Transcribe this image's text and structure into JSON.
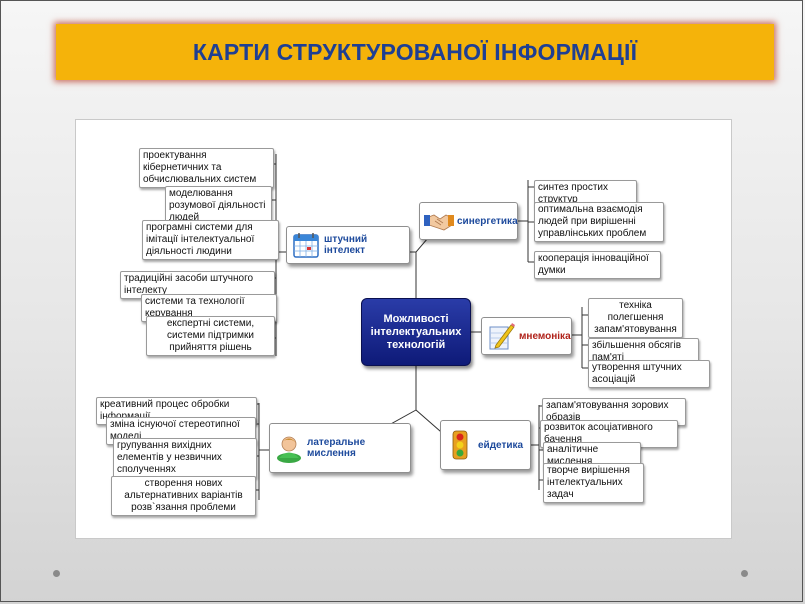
{
  "title": "КАРТИ СТРУКТУРОВАНОЇ ІНФОРМАЦІЇ",
  "center": "Можливості інтелектуальних технологій",
  "topics": {
    "ai": {
      "label": "штучний інтелект",
      "icon": "calendar-grid-icon",
      "items": [
        "проектування кібернетичних та обчислювальних систем",
        "моделювання розумової діяльності людей",
        "програмні системи для імітації інтелектуальної діяльності людини",
        "традиційні засоби штучного інтелекту",
        "системи та технології керування",
        "експертні системи, системи підтримки прийняття рішень"
      ]
    },
    "synergetics": {
      "label": "синергетика",
      "icon": "handshake-icon",
      "items": [
        "синтез простих структур",
        "оптимальна взаємодія людей при вирішенні управлінських проблем",
        "кооперація інноваційної думки"
      ]
    },
    "mnemonics": {
      "label": "мнемоніка",
      "icon": "notepad-pencil-icon",
      "items": [
        "техніка полегшення запам'ятовування",
        "збільшення обсягів пам'яті",
        "утворення штучних асоціацій"
      ]
    },
    "eidetics": {
      "label": "ейдетика",
      "icon": "traffic-light-icon",
      "items": [
        "запам'ятовування зорових образів",
        "розвиток асоціативного бачення",
        "аналітичне мислення",
        "творче вирішення інтелектуальних задач"
      ]
    },
    "lateral": {
      "label": "латеральне мислення",
      "icon": "person-icon",
      "items": [
        "креативний процес обробки інформації",
        "зміна існуючої стереотипної моделі",
        "групування вихідних елементів у незвичних сполученнях",
        "створення нових альтернативних варіантів розв`язання проблеми"
      ]
    }
  }
}
